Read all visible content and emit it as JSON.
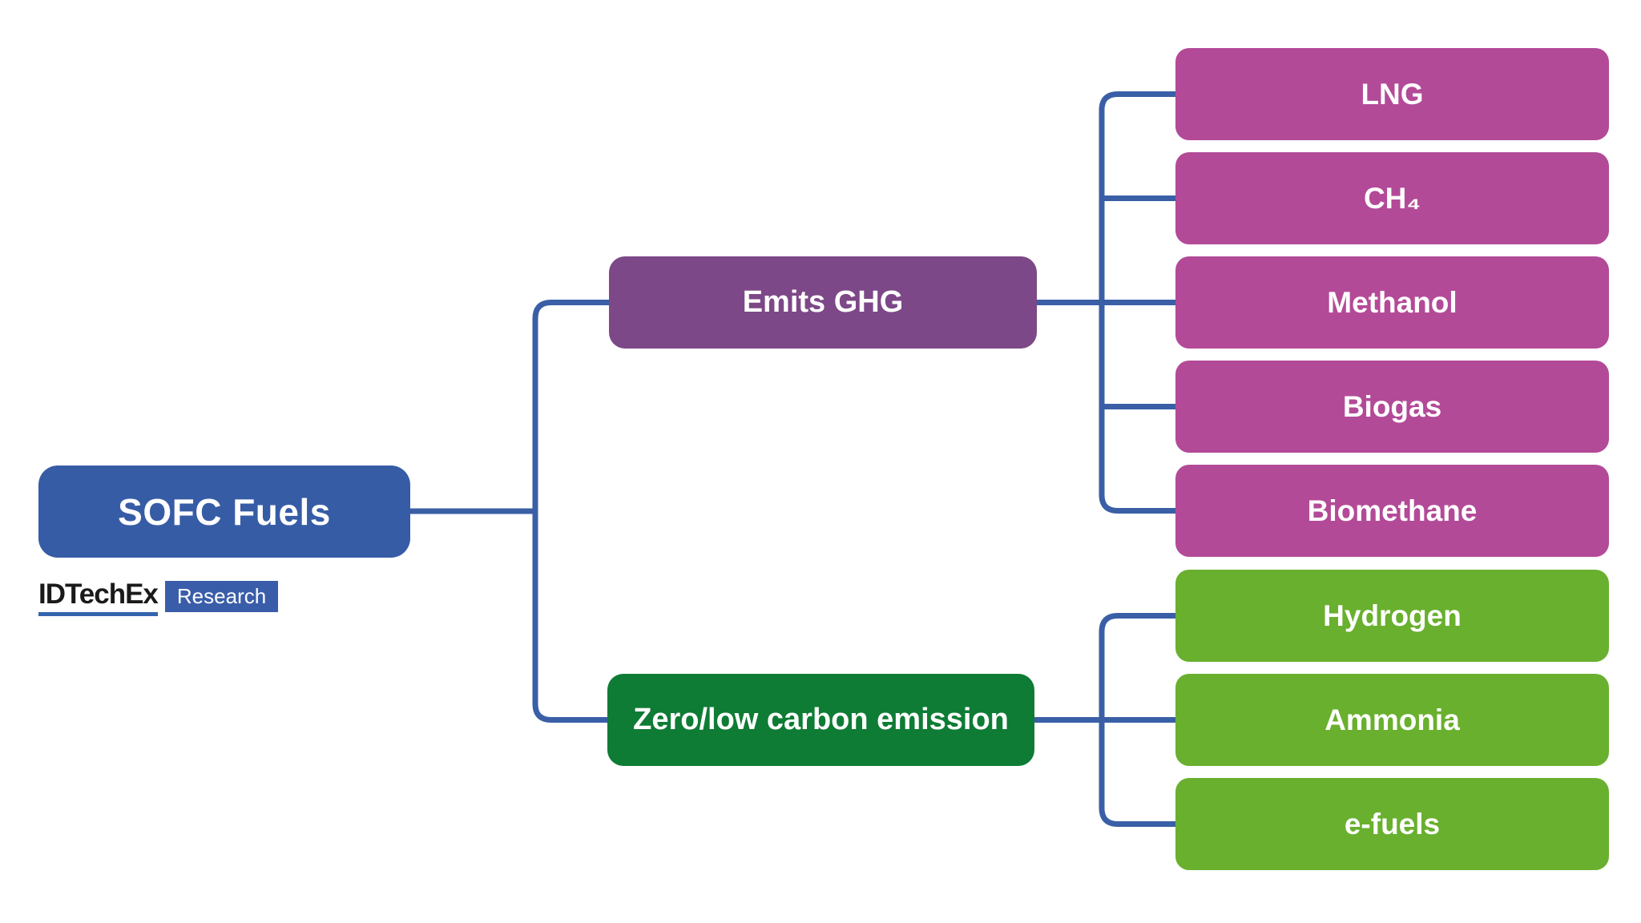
{
  "diagram_title": "SOFC Fuels",
  "nodes": {
    "root": {
      "label": "SOFC Fuels",
      "color": "#375ca6"
    },
    "branch_ghg": {
      "label": "Emits GHG",
      "color": "#7d4887"
    },
    "branch_zero": {
      "label": "Zero/low carbon emission",
      "color": "#0e7c34"
    },
    "leaves": [
      {
        "label": "LNG",
        "group": "ghg"
      },
      {
        "label": "CH₄",
        "group": "ghg"
      },
      {
        "label": "Methanol",
        "group": "ghg"
      },
      {
        "label": "Biogas",
        "group": "ghg"
      },
      {
        "label": "Biomethane",
        "group": "ghg"
      },
      {
        "label": "Hydrogen",
        "group": "zero"
      },
      {
        "label": "Ammonia",
        "group": "zero"
      },
      {
        "label": "e-fuels",
        "group": "zero"
      }
    ]
  },
  "edges": [
    [
      "SOFC Fuels",
      "Emits GHG"
    ],
    [
      "SOFC Fuels",
      "Zero/low carbon emission"
    ],
    [
      "Emits GHG",
      "LNG"
    ],
    [
      "Emits GHG",
      "CH₄"
    ],
    [
      "Emits GHG",
      "Methanol"
    ],
    [
      "Emits GHG",
      "Biogas"
    ],
    [
      "Emits GHG",
      "Biomethane"
    ],
    [
      "Zero/low carbon emission",
      "Hydrogen"
    ],
    [
      "Zero/low carbon emission",
      "Ammonia"
    ],
    [
      "Zero/low carbon emission",
      "e-fuels"
    ]
  ],
  "colors": {
    "connector": "#3a5fa6",
    "leaf_ghg": "#b34a98",
    "leaf_zero": "#69b02e",
    "background": "#ffffff",
    "logo_underline": "#3464ae",
    "logo_tag_bg": "#3a5da9"
  },
  "logo": {
    "brand": "IDTechEx",
    "tag": "Research"
  }
}
